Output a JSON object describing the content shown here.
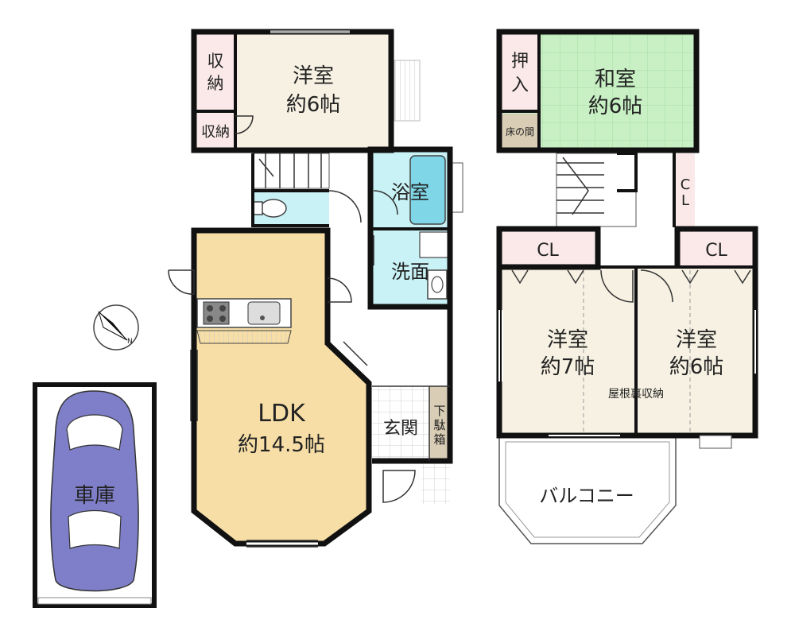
{
  "floor1": {
    "western_room": {
      "name": "洋室",
      "size": "約6帖"
    },
    "storage_top": "収納",
    "storage_top_line2": "納",
    "storage_small": "収納",
    "bath": "浴室",
    "washroom": "洗面",
    "ldk": {
      "name": "LDK",
      "size": "約14.5帖"
    },
    "entrance": "玄関",
    "shoe_box": "下駄箱",
    "garage": "車庫"
  },
  "floor2": {
    "japanese_room": {
      "name": "和室",
      "size": "約6帖"
    },
    "oshiire": "押入",
    "tokonoma": "床の間",
    "closet_side": "CL",
    "closet_left": "CL",
    "closet_right": "CL",
    "western_room_a": {
      "name": "洋室",
      "size": "約7帖"
    },
    "western_room_b": {
      "name": "洋室",
      "size": "約6帖"
    },
    "attic_storage": "屋根裏収納",
    "balcony": "バルコニー"
  },
  "colors": {
    "western_room": "#f6f1e2",
    "storage": "#fbe9ea",
    "ldk": "#f6dea6",
    "japanese_room": "#c8f0c4",
    "wet_area": "#c9f2f6",
    "tokonoma": "#d9cdb6",
    "garage_car": "#7e7fc8",
    "entrance_floor": "#f2f2f2"
  },
  "icons": [
    "compass-icon",
    "car-icon",
    "stove-icon",
    "sink-icon",
    "bathtub-icon",
    "toilet-icon",
    "stairs-icon"
  ]
}
